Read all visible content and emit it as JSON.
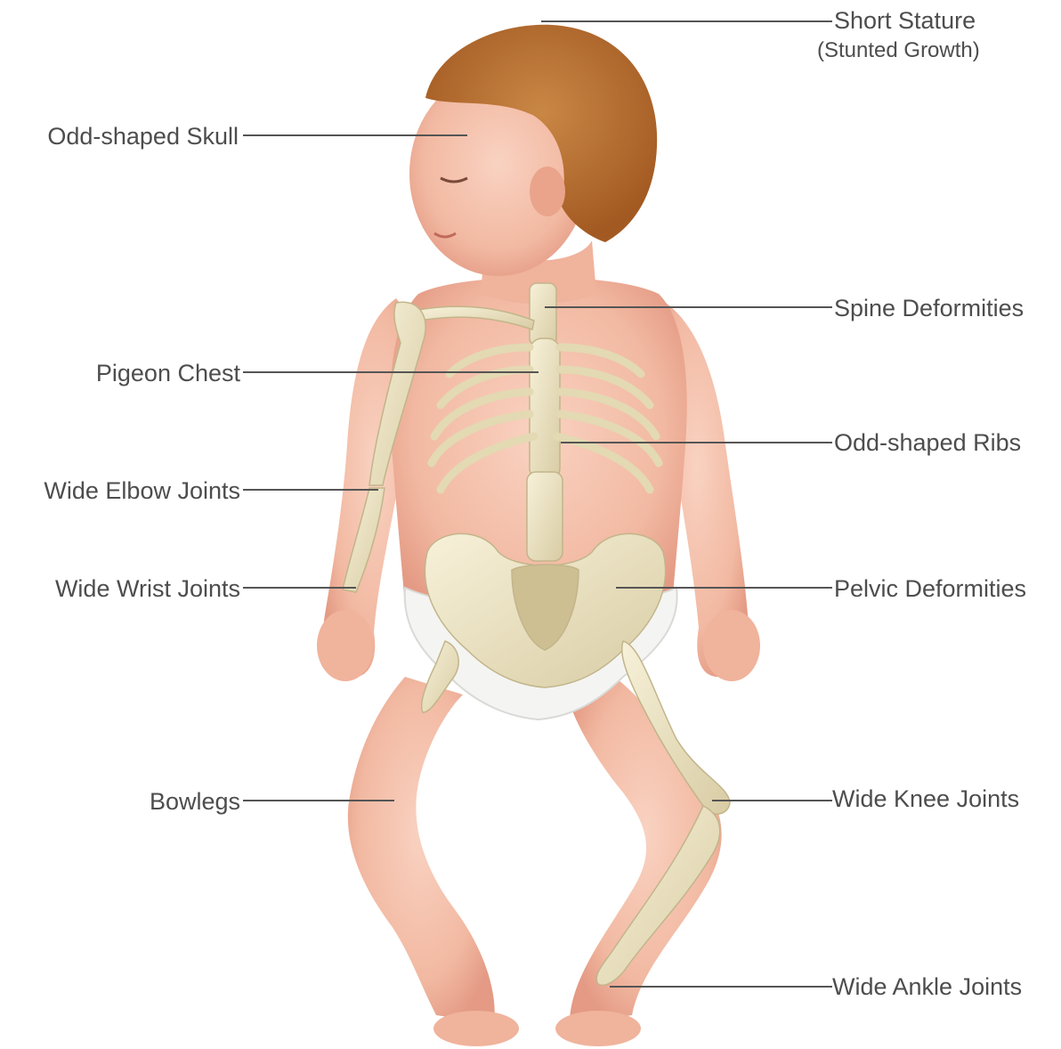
{
  "labels": {
    "short_stature": "Short Stature",
    "short_stature_sub": "(Stunted Growth)",
    "odd_skull": "Odd-shaped Skull",
    "spine": "Spine Deformities",
    "pigeon_chest": "Pigeon Chest",
    "odd_ribs": "Odd-shaped Ribs",
    "elbow": "Wide Elbow Joints",
    "wrist": "Wide Wrist Joints",
    "pelvic": "Pelvic Deformities",
    "bowlegs": "Bowlegs",
    "knee": "Wide Knee Joints",
    "ankle": "Wide Ankle Joints"
  },
  "colors": {
    "skin": "#f2b9a2",
    "skin_shadow": "#e49a84",
    "hair": "#b76a2e",
    "bone": "#efe7c6",
    "bone_shadow": "#cfc49c",
    "diaper": "#f4f4f2",
    "text": "#4d4d4d"
  }
}
